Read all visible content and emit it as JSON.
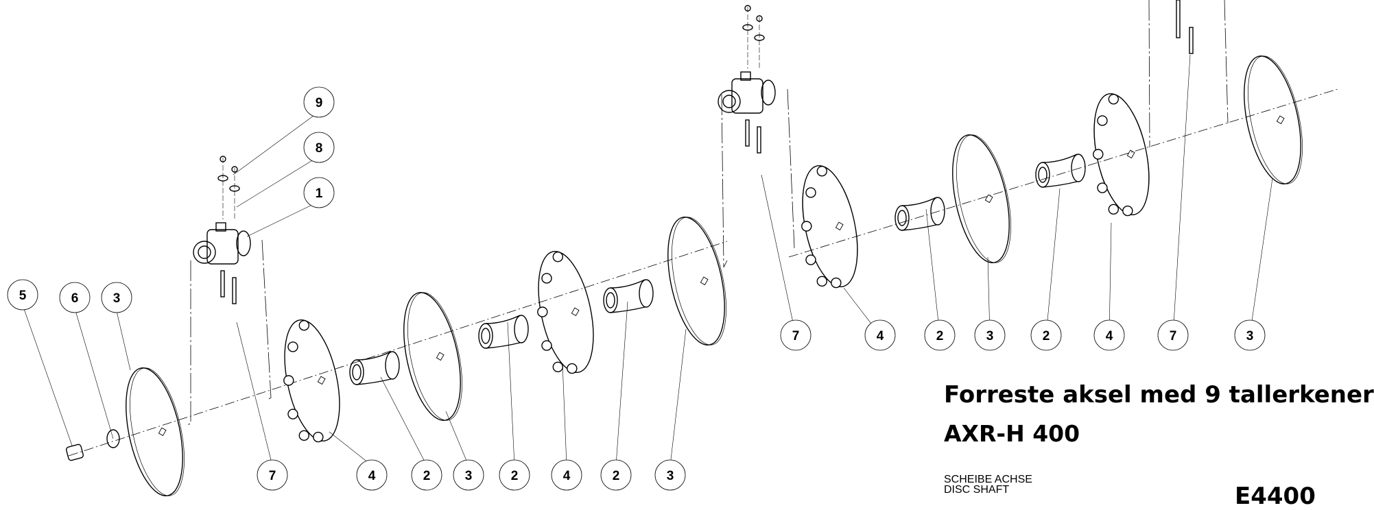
{
  "title": "Forreste aksel med 9 tallerkener",
  "model": "AXR-H 400",
  "subtitle_de": "SCHEIBE ACHSE",
  "subtitle_en": "DISC SHAFT",
  "part_number_partial": "E4400",
  "callouts": [
    "9",
    "8",
    "1",
    "5",
    "6",
    "3",
    "7",
    "4",
    "2",
    "3",
    "2",
    "4",
    "2",
    "3",
    "7",
    "4",
    "2",
    "3",
    "2",
    "4",
    "7",
    "3"
  ]
}
